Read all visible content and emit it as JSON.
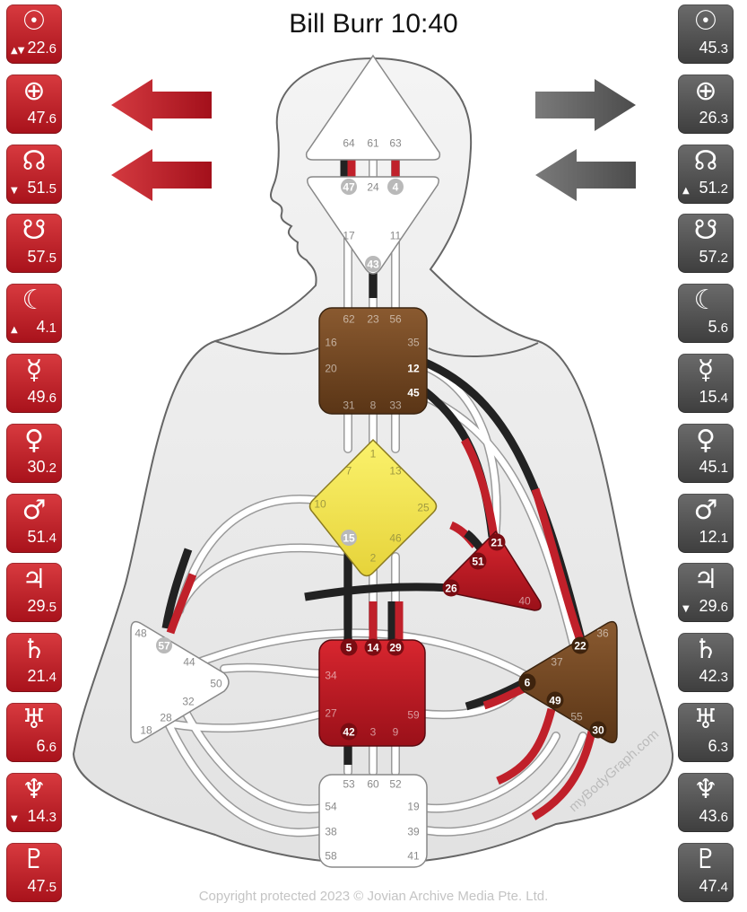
{
  "title": "Bill Burr 10:40",
  "copyright": "Copyright protected 2023 © Jovian Archive Media Pte. Ltd.",
  "watermark": "myBodyGraph.com",
  "colors": {
    "design": "#c0202a",
    "personality": "#2a2a2a",
    "brown": "#6e4422",
    "gold": "#f0e04a"
  },
  "design_column": [
    {
      "icon": "sun-icon",
      "glyph": "☉",
      "int": "22",
      "dec": ".6",
      "mark": "▲▼"
    },
    {
      "icon": "earth-icon",
      "glyph": "⊕",
      "int": "47",
      "dec": ".6",
      "mark": ""
    },
    {
      "icon": "north-node-icon",
      "glyph": "☊",
      "int": "51",
      "dec": ".5",
      "mark": "▼"
    },
    {
      "icon": "south-node-icon",
      "glyph": "☋",
      "int": "57",
      "dec": ".5",
      "mark": ""
    },
    {
      "icon": "moon-icon",
      "glyph": "☾",
      "int": "4",
      "dec": ".1",
      "mark": "▲"
    },
    {
      "icon": "mercury-icon",
      "glyph": "☿",
      "int": "49",
      "dec": ".6",
      "mark": ""
    },
    {
      "icon": "venus-icon",
      "glyph": "♀",
      "int": "30",
      "dec": ".2",
      "mark": ""
    },
    {
      "icon": "mars-icon",
      "glyph": "♂",
      "int": "51",
      "dec": ".4",
      "mark": ""
    },
    {
      "icon": "jupiter-icon",
      "glyph": "♃",
      "int": "29",
      "dec": ".5",
      "mark": ""
    },
    {
      "icon": "saturn-icon",
      "glyph": "♄",
      "int": "21",
      "dec": ".4",
      "mark": ""
    },
    {
      "icon": "uranus-icon",
      "glyph": "♅",
      "int": "6",
      "dec": ".6",
      "mark": ""
    },
    {
      "icon": "neptune-icon",
      "glyph": "♆",
      "int": "14",
      "dec": ".3",
      "mark": "▼"
    },
    {
      "icon": "pluto-icon",
      "glyph": "♇",
      "int": "47",
      "dec": ".5",
      "mark": ""
    }
  ],
  "personality_column": [
    {
      "icon": "sun-icon",
      "glyph": "☉",
      "int": "45",
      "dec": ".3",
      "mark": ""
    },
    {
      "icon": "earth-icon",
      "glyph": "⊕",
      "int": "26",
      "dec": ".3",
      "mark": ""
    },
    {
      "icon": "north-node-icon",
      "glyph": "☊",
      "int": "51",
      "dec": ".2",
      "mark": "▲"
    },
    {
      "icon": "south-node-icon",
      "glyph": "☋",
      "int": "57",
      "dec": ".2",
      "mark": ""
    },
    {
      "icon": "moon-icon",
      "glyph": "☾",
      "int": "5",
      "dec": ".6",
      "mark": ""
    },
    {
      "icon": "mercury-icon",
      "glyph": "☿",
      "int": "15",
      "dec": ".4",
      "mark": ""
    },
    {
      "icon": "venus-icon",
      "glyph": "♀",
      "int": "45",
      "dec": ".1",
      "mark": ""
    },
    {
      "icon": "mars-icon",
      "glyph": "♂",
      "int": "12",
      "dec": ".1",
      "mark": ""
    },
    {
      "icon": "jupiter-icon",
      "glyph": "♃",
      "int": "29",
      "dec": ".6",
      "mark": "▼"
    },
    {
      "icon": "saturn-icon",
      "glyph": "♄",
      "int": "42",
      "dec": ".3",
      "mark": ""
    },
    {
      "icon": "uranus-icon",
      "glyph": "♅",
      "int": "6",
      "dec": ".3",
      "mark": ""
    },
    {
      "icon": "neptune-icon",
      "glyph": "♆",
      "int": "43",
      "dec": ".6",
      "mark": ""
    },
    {
      "icon": "pluto-icon",
      "glyph": "♇",
      "int": "47",
      "dec": ".4",
      "mark": ""
    }
  ],
  "centers": {
    "head": [
      "64",
      "61",
      "63"
    ],
    "ajna": [
      "47",
      "24",
      "4",
      "17",
      "11",
      "43"
    ],
    "throat": [
      "62",
      "23",
      "56",
      "16",
      "35",
      "20",
      "12",
      "45",
      "31",
      "8",
      "33"
    ],
    "g": [
      "1",
      "7",
      "13",
      "10",
      "25",
      "15",
      "46",
      "2"
    ],
    "ego": [
      "21",
      "51",
      "26",
      "40"
    ],
    "sacral": [
      "5",
      "14",
      "29",
      "34",
      "27",
      "59",
      "42",
      "3",
      "9"
    ],
    "spleen": [
      "48",
      "57",
      "44",
      "50",
      "32",
      "28",
      "18"
    ],
    "solar": [
      "36",
      "22",
      "37",
      "6",
      "49",
      "55",
      "30"
    ],
    "root": [
      "53",
      "60",
      "52",
      "54",
      "19",
      "38",
      "39",
      "58",
      "41"
    ]
  }
}
